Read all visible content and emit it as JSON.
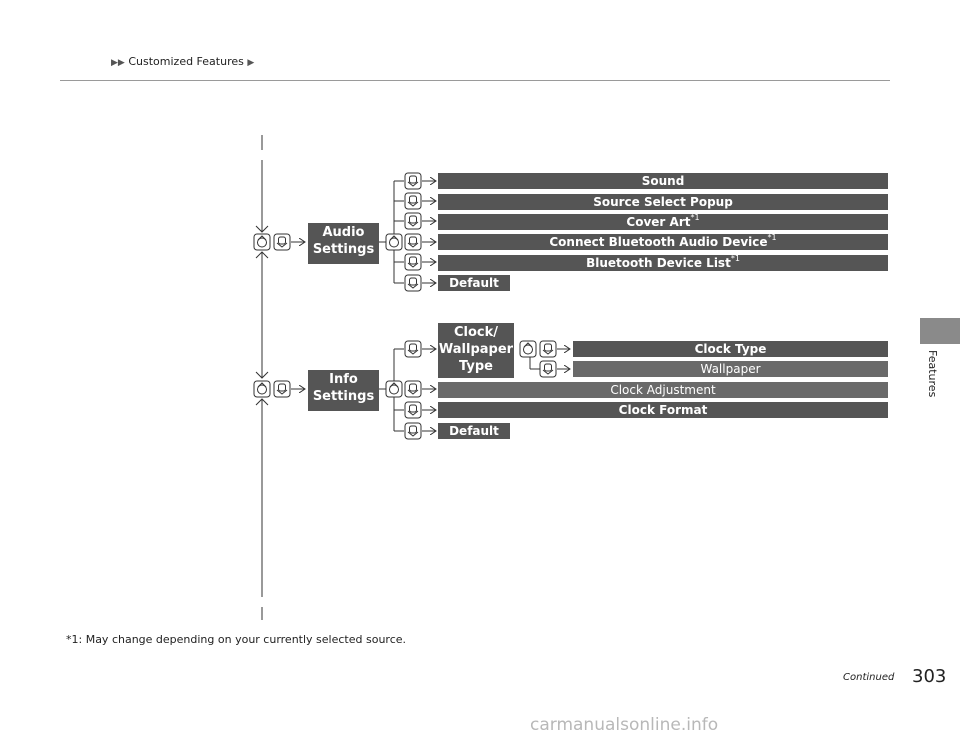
{
  "header": {
    "breadcrumb": "Customized Features"
  },
  "side_tab": {
    "label": "Features"
  },
  "diagram": {
    "audio_menu": {
      "lines": [
        "Audio",
        "Settings"
      ]
    },
    "audio_items": [
      {
        "label": "Sound",
        "note": ""
      },
      {
        "label": "Source Select Popup",
        "note": ""
      },
      {
        "label": "Cover Art",
        "note": "*1"
      },
      {
        "label": "Connect Bluetooth Audio Device",
        "note": "*1"
      },
      {
        "label": "Bluetooth Device List",
        "note": "*1"
      },
      {
        "label": "Default",
        "note": ""
      }
    ],
    "info_menu": {
      "lines": [
        "Info",
        "Settings"
      ]
    },
    "clock_wallpaper_menu": {
      "lines": [
        "Clock/",
        "Wallpaper",
        "Type"
      ]
    },
    "clock_sub_items": [
      {
        "label": "Clock Type"
      },
      {
        "label": "Wallpaper"
      }
    ],
    "info_items": [
      {
        "label": "Clock Adjustment"
      },
      {
        "label": "Clock Format"
      },
      {
        "label": "Default"
      }
    ]
  },
  "footer": {
    "footnote": "*1: May change depending on your currently selected source.",
    "continued": "Continued",
    "page_number": "303"
  },
  "watermark": "carmanualsonline.info"
}
